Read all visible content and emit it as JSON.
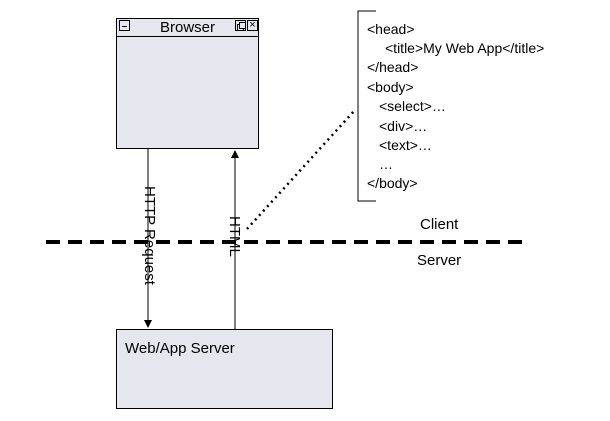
{
  "browser": {
    "title": "Browser"
  },
  "server": {
    "label": "Web/App Server"
  },
  "request_label": "HTTP Request",
  "response_label": "HTML",
  "regions": {
    "client": "Client",
    "server": "Server"
  },
  "code": {
    "head_open": "<head>",
    "title": "<title>My Web App</title>",
    "head_close": "</head>",
    "body_open": "<body>",
    "select": "<select>…",
    "div": "<div>…",
    "text": "<text>…",
    "ellipsis": "…",
    "body_close": "</body>"
  }
}
